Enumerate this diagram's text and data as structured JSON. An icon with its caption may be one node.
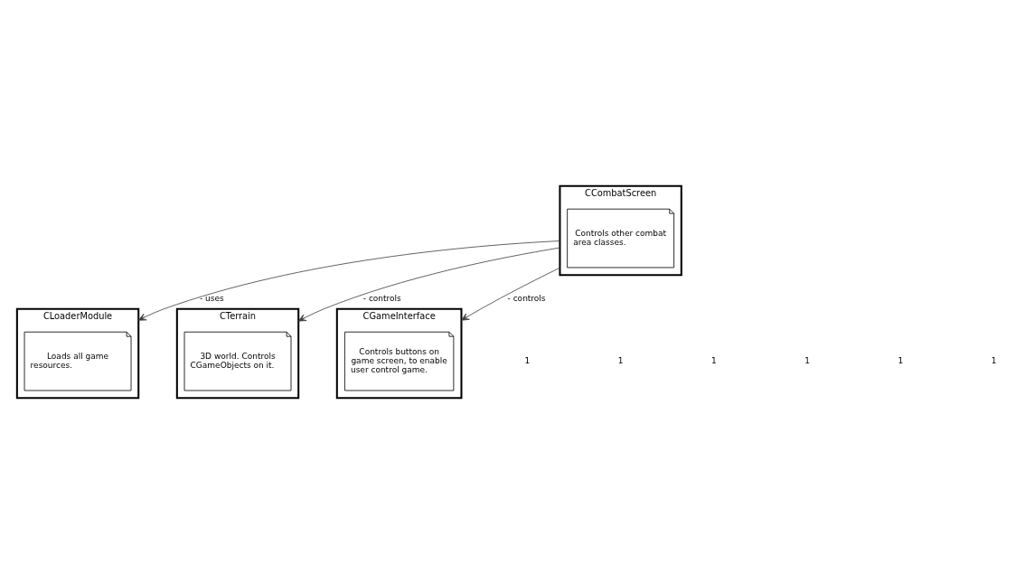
{
  "diagram": {
    "nodes": [
      {
        "text": [
          "CCombatScreen"
        ]
      },
      {
        "text": [
          "Controls other combat area classes."
        ],
        "in": 0
      },
      {
        "text": [
          "CLoaderModule"
        ]
      },
      {
        "text": [
          "Loads all game resources."
        ],
        "in": 2
      },
      {
        "text": [
          "CTerrain"
        ]
      },
      {
        "text": [
          "3D world. Controls CGameObjects on it."
        ],
        "in": 4
      },
      {
        "text": [
          "CGameInterface"
        ]
      },
      {
        "text": [
          "Controls buttons on game screen, to enable user control game."
        ],
        "in": 6
      }
    ],
    "edges": [
      {
        "from": 0,
        "to": 2,
        "arrow": "to",
        "label": "- uses"
      },
      {
        "from": 0,
        "to": 4,
        "arrow": "to",
        "label": "- controls"
      },
      {
        "from": 0,
        "to": 6,
        "arrow": "to",
        "label": "- controls"
      }
    ],
    "labels": [
      "1",
      "1",
      "1",
      "1",
      "1",
      "1"
    ]
  }
}
